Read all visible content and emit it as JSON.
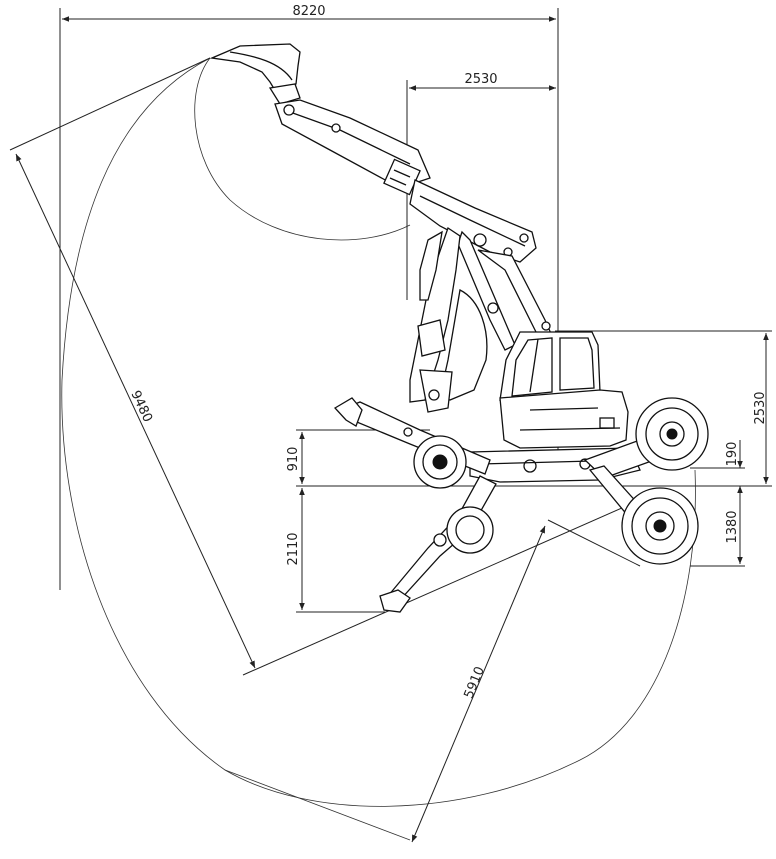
{
  "dimensions": {
    "total_width": "8220",
    "upper_offset": "2530",
    "cab_height": "2530",
    "reach_diagonal": "9480",
    "left_upper": "910",
    "left_lower": "2110",
    "right_upper": "190",
    "right_lower": "1380",
    "bottom_reach": "5910"
  },
  "colors": {
    "line": "#222222",
    "background": "#ffffff"
  }
}
